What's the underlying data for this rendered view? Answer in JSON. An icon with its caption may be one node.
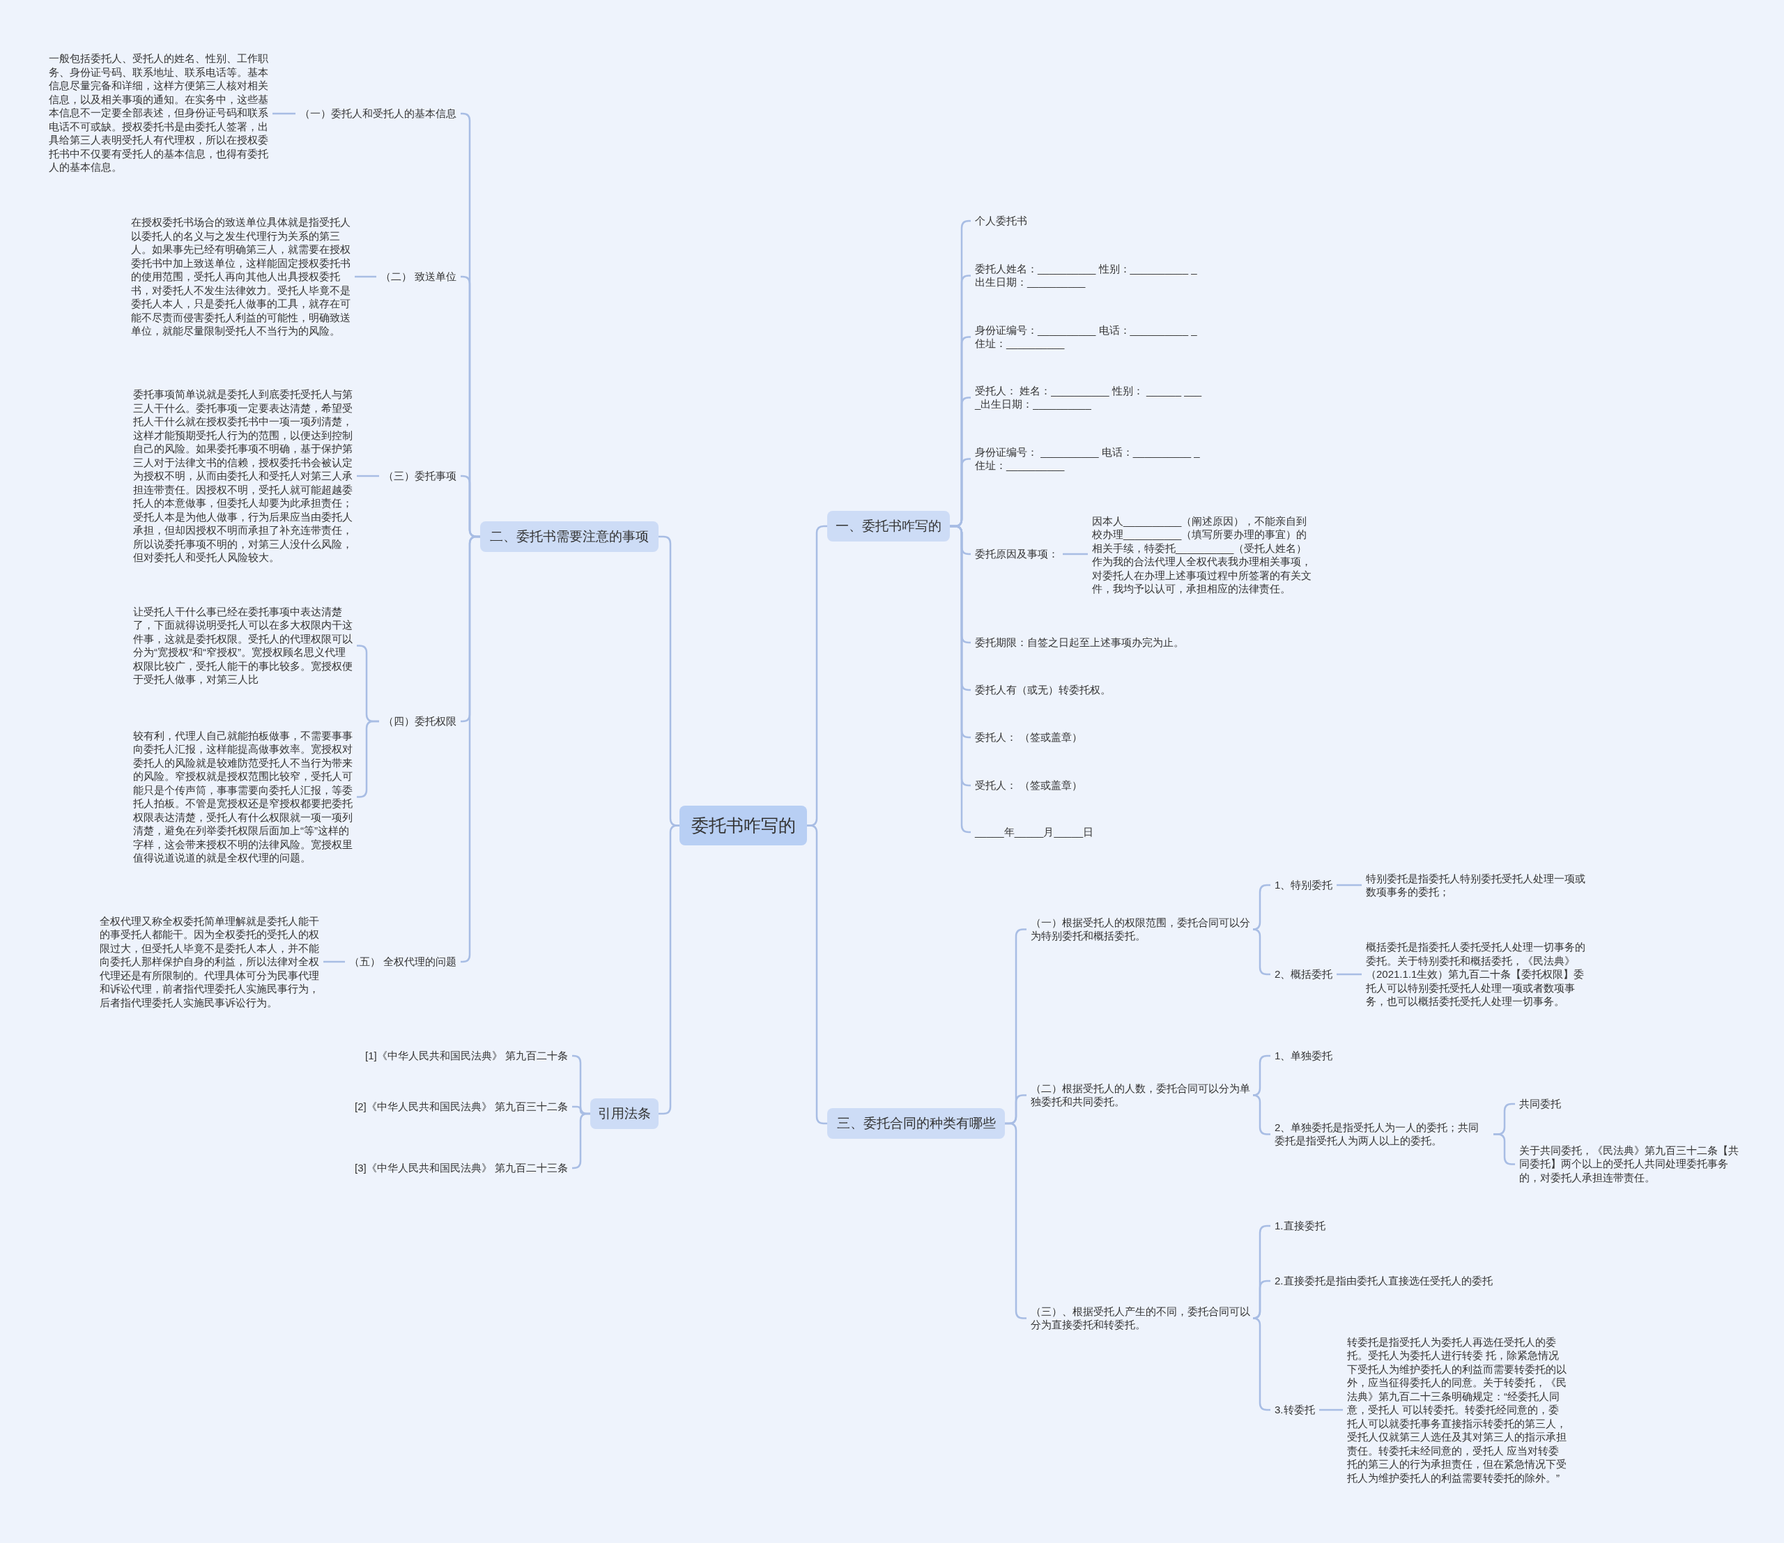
{
  "diagram": {
    "nodes": [
      {
        "text": [
          "委托书咋写的"
        ]
      },
      {
        "text": [
          "一、委托书咋写的"
        ]
      },
      {
        "text": [
          "个人委托书"
        ]
      },
      {
        "text": [
          "委托人姓名：__________ 性别：__________ _ 出生日期：__________"
        ]
      },
      {
        "text": [
          "身份证编号：__________ 电话：__________ _住址：__________"
        ]
      },
      {
        "text": [
          "受托人： 姓名：__________ 性别： ______ ____出生日期：__________"
        ]
      },
      {
        "text": [
          "身份证编号： __________ 电话：__________ _住址：__________"
        ]
      },
      {
        "text": [
          "委托原因及事项："
        ]
      },
      {
        "text": [
          "因本人__________（阐述原因），不能亲自到校办理__________（填写所要办理的事宜）的相关手续，特委托__________（受托人姓名）作为我的合法代理人全权代表我办理相关事项，对委托人在办理上述事项过程中所签署的有关文件，我均予以认可，承担相应的法律责任。"
        ]
      },
      {
        "text": [
          "委托期限：自签之日起至上述事项办完为止。"
        ]
      },
      {
        "text": [
          "委托人有（或无）转委托权。"
        ]
      },
      {
        "text": [
          "委托人： （签或盖章）"
        ]
      },
      {
        "text": [
          "受托人： （签或盖章）"
        ]
      },
      {
        "text": [
          "_____年_____月_____日"
        ]
      },
      {
        "text": [
          "二、委托书需要注意的事项"
        ]
      },
      {
        "text": [
          "（一）委托人和受托人的基本信息"
        ]
      },
      {
        "text": [
          "一般包括委托人、受托人的姓名、性别、工作职务、身份证号码、联系地址、联系电话等。基本信息尽量完备和详细，这样方便第三人核对相关信息，以及相关事项的通知。在实务中，这些基本信息不一定要全部表述，但身份证号码和联系电话不可或缺。授权委托书是由委托人签署，出具给第三人表明受托人有代理权，所以在授权委托书中不仅要有受托人的基本信息，也得有委托人的基本信息。"
        ]
      },
      {
        "text": [
          "（二） 致送单位"
        ]
      },
      {
        "text": [
          "在授权委托书场合的致送单位具体就是指受托人以委托人的名义与之发生代理行为关系的第三人。如果事先已经有明确第三人，就需要在授权委托书中加上致送单位，这样能固定授权委托书的使用范围，受托人再向其他人出具授权委托书，对委托人不发生法律效力。受托人毕竟不是委托人本人，只是委托人做事的工具，就存在可能不尽责而侵害委托人利益的可能性，明确致送单位，就能尽量限制受托人不当行为的风险。"
        ]
      },
      {
        "text": [
          "（三）委托事项"
        ]
      },
      {
        "text": [
          "委托事项简单说就是委托人到底委托受托人与第三人干什么。委托事项一定要表达清楚，希望受托人干什么就在授权委托书中一项一项列清楚，这样才能预期受托人行为的范围，以便达到控制自己的风险。如果委托事项不明确，基于保护第三人对于法律文书的信赖，授权委托书会被认定为授权不明，从而由委托人和受托人对第三人承担连带责任。因授权不明，受托人就可能超越委托人的本意做事，但委托人却要为此承担责任；受托人本是为他人做事，行为后果应当由委托人承担，但却因授权不明而承担了补充连带责任，所以说委托事项不明的，对第三人没什么风险，但对委托人和受托人风险较大。"
        ]
      },
      {
        "text": [
          "（四）委托权限"
        ]
      },
      {
        "text": [
          "让受托人干什么事已经在委托事项中表达清楚了，下面就得说明受托人可以在多大权限内干这件事，这就是委托权限。受托人的代理权限可以分为“宽授权”和“窄授权”。宽授权顾名思义代理权限比较广，受托人能干的事比较多。宽授权便于受托人做事，对第三人比"
        ]
      },
      {
        "text": [
          "较有利，代理人自己就能拍板做事，不需要事事向委托人汇报，这样能提高做事效率。宽授权对委托人的风险就是较难防范受托人不当行为带来的风险。窄授权就是授权范围比较窄，受托人可能只是个传声筒，事事需要向委托人汇报，等委托人拍板。不管是宽授权还是窄授权都要把委托权限表达清楚，受托人有什么权限就一项一项列清楚，避免在列举委托权限后面加上“等”这样的字样，这会带来授权不明的法律风险。宽授权里值得说道说道的就是全权代理的问题。"
        ]
      },
      {
        "text": [
          "（五） 全权代理的问题"
        ]
      },
      {
        "text": [
          "全权代理又称全权委托简单理解就是委托人能干的事受托人都能干。因为全权委托的受托人的权限过大，但受托人毕竟不是委托人本人，并不能向委托人那样保护自身的利益，所以法律对全权代理还是有所限制的。代理具体可分为民事代理和诉讼代理，前者指代理委托人实施民事行为，后者指代理委托人实施民事诉讼行为。"
        ]
      },
      {
        "text": [
          "三、委托合同的种类有哪些"
        ]
      },
      {
        "text": [
          "（一）根据受托人的权限范围，委托合同可以分为特别委托和概括委托。"
        ]
      },
      {
        "text": [
          "1、特别委托"
        ]
      },
      {
        "text": [
          "特别委托是指委托人特别委托受托人处理一项或数项事务的委托；"
        ]
      },
      {
        "text": [
          "2、概括委托"
        ]
      },
      {
        "text": [
          "概括委托是指委托人委托受托人处理一切事务的委托。关于特别委托和概括委托，《民法典》（2021.1.1生效）第九百二十条【委托权限】委托人可以特别委托受托人处理一项或者数项事务，也可以概括委托受托人处理一切事务。"
        ]
      },
      {
        "text": [
          "（二）根据受托人的人数，委托合同可以分为单独委托和共同委托。"
        ]
      },
      {
        "text": [
          "1、单独委托"
        ]
      },
      {
        "text": [
          "2、单独委托是指受托人为一人的委托；共同委托是指受托人为两人以上的委托。"
        ]
      },
      {
        "text": [
          "共同委托"
        ]
      },
      {
        "text": [
          "关于共同委托，《民法典》第九百三十二条【共同委托】两个以上的受托人共同处理委托事务的，对委托人承担连带责任。"
        ]
      },
      {
        "text": [
          "（三）、根据受托人产生的不同，委托合同可以分为直接委托和转委托。"
        ]
      },
      {
        "text": [
          "1.直接委托"
        ]
      },
      {
        "text": [
          "2.直接委托是指由委托人直接选任受托人的委托"
        ]
      },
      {
        "text": [
          "3.转委托"
        ]
      },
      {
        "text": [
          "转委托是指受托人为委托人再选任受托人的委托。受托人为委托人进行转委 托，除紧急情况下受托人为维护委托人的利益而需要转委托的以外，应当征得委托人的同意。关于转委托，《民法典》第九百二十三条明确规定：“经委托人同意，受托人 可以转委托。转委托经同意的，委托人可以就委托事务直接指示转委托的第三人，受托人仅就第三人选任及其对第三人的指示承担责任。转委托未经同意的，受托人 应当对转委托的第三人的行为承担责任，但在紧急情况下受托人为维护委托人的利益需要转委托的除外。”"
        ]
      },
      {
        "text": [
          "引用法条"
        ]
      },
      {
        "text": [
          "[1]《中华人民共和国民法典》 第九百二十条"
        ]
      },
      {
        "text": [
          "[2]《中华人民共和国民法典》 第九百三十二条"
        ]
      },
      {
        "text": [
          "[3]《中华人民共和国民法典》 第九百二十三条"
        ]
      }
    ],
    "edges": [
      {
        "from": 0,
        "to": 1,
        "arrow": "none"
      },
      {
        "from": 0,
        "to": 14,
        "arrow": "none"
      },
      {
        "from": 0,
        "to": 26,
        "arrow": "none"
      },
      {
        "from": 0,
        "to": 42,
        "arrow": "none"
      },
      {
        "from": 1,
        "to": 2,
        "arrow": "none"
      },
      {
        "from": 1,
        "to": 3,
        "arrow": "none"
      },
      {
        "from": 1,
        "to": 4,
        "arrow": "none"
      },
      {
        "from": 1,
        "to": 5,
        "arrow": "none"
      },
      {
        "from": 1,
        "to": 6,
        "arrow": "none"
      },
      {
        "from": 1,
        "to": 7,
        "arrow": "none"
      },
      {
        "from": 7,
        "to": 8,
        "arrow": "none"
      },
      {
        "from": 1,
        "to": 9,
        "arrow": "none"
      },
      {
        "from": 1,
        "to": 10,
        "arrow": "none"
      },
      {
        "from": 1,
        "to": 11,
        "arrow": "none"
      },
      {
        "from": 1,
        "to": 12,
        "arrow": "none"
      },
      {
        "from": 1,
        "to": 13,
        "arrow": "none"
      },
      {
        "from": 14,
        "to": 15,
        "arrow": "none"
      },
      {
        "from": 15,
        "to": 16,
        "arrow": "none"
      },
      {
        "from": 14,
        "to": 17,
        "arrow": "none"
      },
      {
        "from": 17,
        "to": 18,
        "arrow": "none"
      },
      {
        "from": 14,
        "to": 19,
        "arrow": "none"
      },
      {
        "from": 19,
        "to": 20,
        "arrow": "none"
      },
      {
        "from": 14,
        "to": 21,
        "arrow": "none"
      },
      {
        "from": 21,
        "to": 22,
        "arrow": "none"
      },
      {
        "from": 21,
        "to": 23,
        "arrow": "none"
      },
      {
        "from": 14,
        "to": 24,
        "arrow": "none"
      },
      {
        "from": 24,
        "to": 25,
        "arrow": "none"
      },
      {
        "from": 26,
        "to": 27,
        "arrow": "none"
      },
      {
        "from": 27,
        "to": 28,
        "arrow": "none"
      },
      {
        "from": 28,
        "to": 29,
        "arrow": "none"
      },
      {
        "from": 27,
        "to": 30,
        "arrow": "none"
      },
      {
        "from": 30,
        "to": 31,
        "arrow": "none"
      },
      {
        "from": 26,
        "to": 32,
        "arrow": "none"
      },
      {
        "from": 32,
        "to": 33,
        "arrow": "none"
      },
      {
        "from": 32,
        "to": 34,
        "arrow": "none"
      },
      {
        "from": 34,
        "to": 35,
        "arrow": "none"
      },
      {
        "from": 34,
        "to": 36,
        "arrow": "none"
      },
      {
        "from": 26,
        "to": 37,
        "arrow": "none"
      },
      {
        "from": 37,
        "to": 38,
        "arrow": "none"
      },
      {
        "from": 37,
        "to": 39,
        "arrow": "none"
      },
      {
        "from": 37,
        "to": 40,
        "arrow": "none"
      },
      {
        "from": 40,
        "to": 41,
        "arrow": "none"
      },
      {
        "from": 42,
        "to": 43,
        "arrow": "none"
      },
      {
        "from": 42,
        "to": 44,
        "arrow": "none"
      },
      {
        "from": 42,
        "to": 45,
        "arrow": "none"
      }
    ]
  }
}
